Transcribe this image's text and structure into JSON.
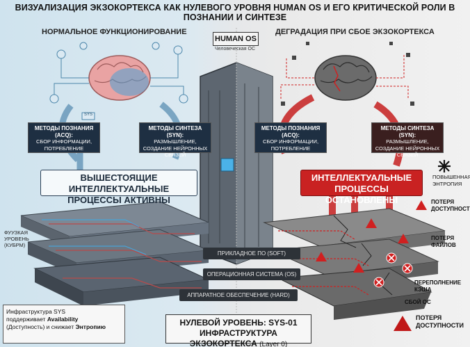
{
  "title": "ВИЗУАЛИЗАЦИЯ ЭКЗОКОРТЕКСА КАК НУЛЕВОГО УРОВНЯ HUMAN OS И ЕГО КРИТИЧЕСКОЙ РОЛИ В ПОЗНАНИИ И СИНТЕЗЕ",
  "left_panel": {
    "heading": "НОРМАЛЬНОЕ ФУНКЦИОНИРОВАНИЕ",
    "acq_title": "МЕТОДЫ ПОЗНАНИЯ (ACQ):",
    "acq_desc": "СБОР ИНФОРМАЦИИ, ПОТРЕБЛЕНИЕ",
    "syn_title": "МЕТОДЫ СИНТЕЗА (SYN):",
    "syn_desc": "РАЗМЫШЛЕНИЕ, СОЗДАНИЕ НЕЙРОННЫХ СВЯЗЕЙ",
    "banner": "ВЫШЕСТОЯЩИЕ ИНТЕЛЛЕКТУАЛЬНЫЕ ПРОЦЕССЫ АКТИВНЫ",
    "phys_label_1": "ФУУЗКАЯ",
    "phys_label_2": "УРОВЕНЬ",
    "phys_label_3": "(КУБРМ)",
    "sys_tag": "SYS"
  },
  "center": {
    "hos": "HUMAN OS",
    "hos_sub": "Человеческая ОС"
  },
  "right_panel": {
    "heading": "ДЕГРАДАЦИЯ ПРИ СБОЕ ЭКЗОКОРТЕКСА",
    "acq_title": "МЕТОДЫ ПОЗНАНИЯ (ACQ):",
    "acq_desc": "СБОР ИНФОРМАЦИИ, ПОТРЕБЛЕНИЕ",
    "syn_title": "МЕТОДЫ СИНТЕЗА (SYN):",
    "syn_desc": "РАЗМЫШЛЕНИЕ, СОЗДАНИЕ НЕЙРОННЫХ СВЯЗЕЙ",
    "banner": "ИНТЕЛЛЕКТУАЛЬНЫЕ ПРОЦЕССЫ ОСТАНОВЛЕНЫ",
    "entropy_1": "ПОВЫШЕННАЯ",
    "entropy_2": "ЭНТРОПИЯ",
    "loss_avail_1": "ПОТЕРЯ",
    "loss_avail_2": "ДОСТУПНОСТИ",
    "loss_files_1": "ПОТЕРЯ",
    "loss_files_2": "ФАЙЛОВ",
    "cache_1": "ПЕРЕПОЛНЕНИЕ",
    "cache_2": "КЭША",
    "os_fail": "СБОЙ ОС",
    "loss_avail2_1": "ПОТЕРЯ",
    "loss_avail2_2": "ДОСТУПНОСТИ"
  },
  "layers": {
    "soft": "ПРИКЛАДНОЕ ПО (SOFT)",
    "os": "ОПЕРАЦИОННАЯ СИСТЕМА (OS)",
    "hard": "АППАРАТНОЕ ОБЕСПЕЧЕНИЕ (HARD)"
  },
  "infra_note": {
    "line1": "Инфраструктура SYS",
    "line2a": "поддерживает ",
    "line2b": "Availability",
    "line3a": "(Доступность) и снижает ",
    "line3b": "Энтропию"
  },
  "bottom": {
    "line1": "НУЛЕВОЙ УРОВЕНЬ: SYS-01",
    "line2": "ИНФРАСТРУКТУРА ЭКЗОКОРТЕКСА",
    "line2_sub": "(Layer 0)"
  },
  "colors": {
    "accent_blue": "#2a6f9a",
    "accent_red": "#c92222",
    "dark_box": "#1e2f42"
  }
}
